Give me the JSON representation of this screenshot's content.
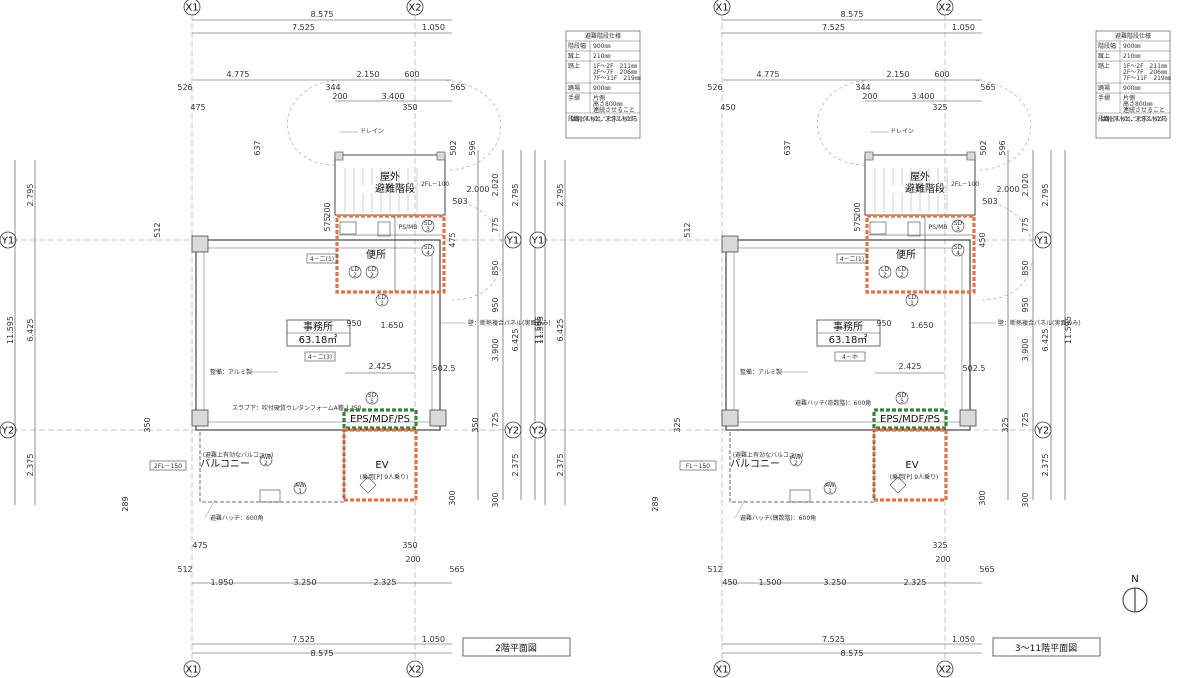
{
  "colors": {
    "line": "#444444",
    "wall_fill": "#d9d9d9",
    "hatch_orange": "#e0734a",
    "hatch_green": "#3f7f3f",
    "grid": "#888888",
    "dashed": "#999999"
  },
  "axes": {
    "x1": "X1",
    "x2": "X2",
    "y1": "Y1",
    "y2": "Y2"
  },
  "spec_table": {
    "title": "避難階段仕様",
    "rows": [
      {
        "label": "階段幅",
        "value": "900㎜"
      },
      {
        "label": "蹴上",
        "value": "210㎜"
      },
      {
        "label": "踏上",
        "value": "1F～2F　211㎜\n2F～7F　206㎜\n7F～11F　219㎜"
      },
      {
        "label": "踊場",
        "value": "900㎜"
      },
      {
        "label": "手摺",
        "value": "片側\n高さ800㎜\n連続させること"
      }
    ],
    "note": "段は識別しやすいものとし、つまづきにくいものとする"
  },
  "plans": [
    {
      "id": "plan-2f",
      "title": "2階平面図",
      "dims": {
        "top_overall": "8.575",
        "top_a": "7.525",
        "top_b": "1.050",
        "upper_a": "4.775",
        "upper_b": "2.150",
        "upper_c": "600",
        "r526": "526",
        "r344": "344",
        "r565": "565",
        "r200": "200",
        "r3400": "3.400",
        "r350": "350",
        "r475": "475",
        "r637": "637",
        "r502": "502",
        "r596": "596",
        "r2000": "2.000",
        "r503": "503",
        "r2020": "2.020",
        "r2795": "2.795",
        "r575": "575",
        "r200b": "200",
        "r775": "775",
        "r512": "512",
        "r475b": "475",
        "r850": "850",
        "r950": "950",
        "r11595": "11.595",
        "r6425": "6.425",
        "r3900": "3.900",
        "r950b": "950",
        "r1650": "1.650",
        "r2425": "2.425",
        "r502_5": "502.5",
        "r725": "725",
        "r350b": "350",
        "r350c": "350",
        "r2375": "2.375",
        "r300": "300",
        "r300b": "300",
        "r289": "289",
        "b475": "475",
        "b350": "350",
        "b200": "200",
        "b512": "512",
        "b565": "565",
        "b1950": "1.950",
        "b3250": "3.250",
        "b2325": "2.325",
        "bot_a": "7.525",
        "bot_b": "1.050",
        "bot_overall": "8.575"
      },
      "labels": {
        "stair_1": "屋外",
        "stair_2": "避難階段",
        "office": "事務所",
        "office_area": "63.18㎡",
        "toilet": "便所",
        "ps_mb": "PS/MB",
        "eps": "EPS/MDF/PS",
        "ev": "EV",
        "ev_sub": "(乗用[P] 9人乗り)",
        "balcony": "バルコニー",
        "balcony_note": "(避難上有効なバルコニー)",
        "hatch": "避難ハッチ：600角",
        "drain": "ドレイン",
        "stair_fl": "2FL－100",
        "fl_tag": "2FL－150",
        "wall_note": "壁：断熱複合パネル(実面のみ)",
        "sash": "整備：アルミ製",
        "slab_note": "スラブ下：吹付硬質ウレタンフォームA種 1 t50",
        "d1": "4－二(1)",
        "d2": "4－二(3)",
        "sd": "SD",
        "ld": "LD",
        "aw": "AW"
      }
    },
    {
      "id": "plan-3-11f",
      "title": "3～11階平面図",
      "dims": {
        "top_overall": "8.575",
        "top_a": "7.525",
        "top_b": "1.050",
        "upper_a": "4.775",
        "upper_b": "2.150",
        "upper_c": "600",
        "r526": "526",
        "r344": "344",
        "r565": "565",
        "r200": "200",
        "r3400": "3.400",
        "r325": "325",
        "r450": "450",
        "r637": "637",
        "r502": "502",
        "r596": "596",
        "r2000": "2.000",
        "r503": "503",
        "r2020": "2.020",
        "r2795": "2.795",
        "r575": "575",
        "r200b": "200",
        "r775": "775",
        "r512": "512",
        "r450b": "450",
        "r850": "850",
        "r950": "950",
        "r11595": "11.595",
        "r6425": "6.425",
        "r3900": "3.900",
        "r950b": "950",
        "r1650": "1.650",
        "r2425": "2.425",
        "r502_5": "502.5",
        "r725": "725",
        "r325b": "325",
        "r325c": "325",
        "r2375": "2.375",
        "r300": "300",
        "r300b": "300",
        "r289": "289",
        "b325": "325",
        "b200": "200",
        "b512": "512",
        "b565": "565",
        "b450": "450",
        "b1500": "1.500",
        "b3250": "3.250",
        "b2325": "2.325",
        "bot_a": "7.525",
        "bot_b": "1.050",
        "bot_overall": "8.575"
      },
      "labels": {
        "stair_1": "屋外",
        "stair_2": "避難階段",
        "office": "事務所",
        "office_area": "63.18㎡",
        "toilet": "便所",
        "ps_mb": "PS/MB",
        "eps": "EPS/MDF/PS",
        "ev": "EV",
        "ev_sub": "(乗用[P] 9人乗り)",
        "balcony": "バルコニー",
        "balcony_note": "(避難上有効なバルコニー)",
        "hatch_top": "避難ハッチ(奇数階)：600角",
        "hatch_bottom": "避難ハッチ(偶数階)：600角",
        "drain": "ドレイン",
        "stair_fl": "2FL－100",
        "fl_tag": "FL－150",
        "wall_note": "壁：断熱複合パネル(実面のみ)",
        "sash": "整備：アルミ製",
        "d1": "4－二(1)",
        "d2": "4－ホ",
        "sd": "SD",
        "ld": "LD",
        "aw": "AW"
      }
    }
  ],
  "north_arrow": "N"
}
